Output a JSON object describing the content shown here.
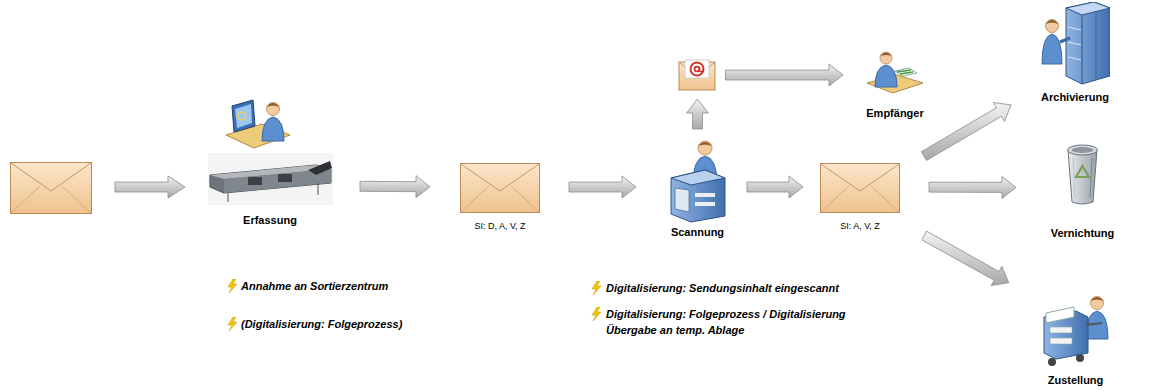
{
  "diagram": {
    "nodes": [
      {
        "text": [
          "Erfassung"
        ]
      },
      {
        "text": [
          "SI: D, A, V, Z"
        ]
      },
      {
        "text": [
          "Scannung"
        ]
      },
      {
        "text": [
          "Empfänger"
        ]
      },
      {
        "text": [
          "SI: A, V, Z"
        ]
      },
      {
        "text": [
          "Archivierung"
        ]
      },
      {
        "text": [
          "Vernichtung"
        ]
      },
      {
        "text": [
          "Zustellung"
        ]
      }
    ],
    "edges": [
      {
        "from": 0,
        "to": 1,
        "arrow": "to"
      },
      {
        "from": 1,
        "to": 2,
        "arrow": "to"
      },
      {
        "from": 2,
        "to": 3,
        "arrow": "to"
      },
      {
        "from": 2,
        "to": 4,
        "arrow": "to"
      },
      {
        "from": 4,
        "to": 5,
        "arrow": "to"
      },
      {
        "from": 4,
        "to": 6,
        "arrow": "to"
      },
      {
        "from": 4,
        "to": 7,
        "arrow": "to"
      }
    ],
    "labels": [
      "Annahme an Sortierzentrum",
      "(Digitalisierung: Folgeprozess)",
      "Digitalisierung: Sendungsinhalt eingescannt",
      "Digitalisierung: Folgeprozess / Digitalisierung Übergabe an temp. Ablage"
    ]
  }
}
